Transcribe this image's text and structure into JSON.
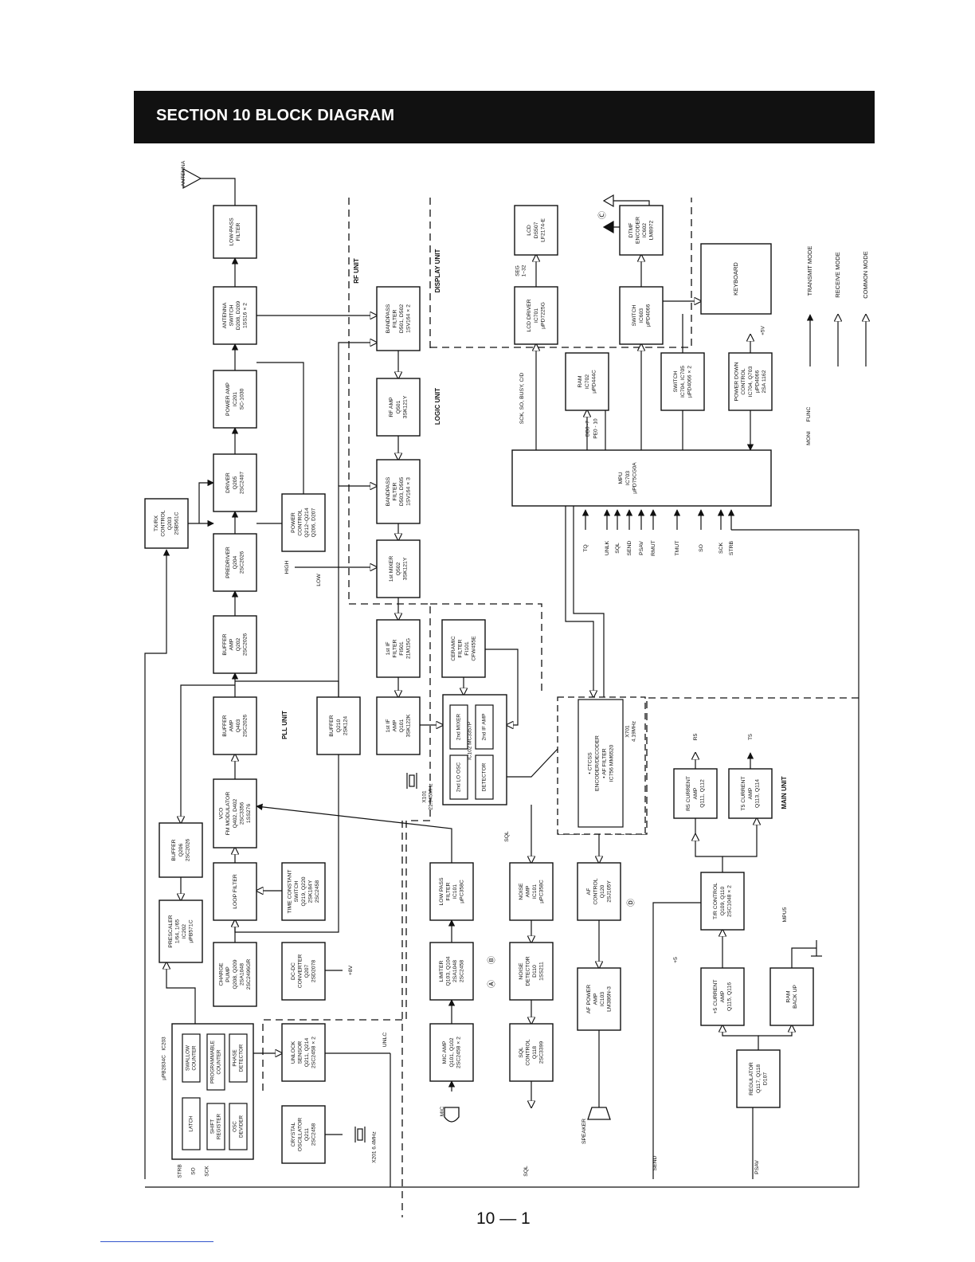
{
  "header": {
    "title": "SECTION 10  BLOCK DIAGRAM"
  },
  "footer": {
    "page_number": "10 — 1"
  },
  "units": [
    "RF UNIT",
    "DISPLAY UNIT",
    "LOGIC UNIT",
    "PLL UNIT",
    "MAIN UNIT"
  ],
  "legend": [
    "TRANSMIT MODE",
    "RECEIVE MODE",
    "COMMON MODE"
  ],
  "blocks": [
    {
      "id": "antenna",
      "lines": [
        "ANTENNA"
      ]
    },
    {
      "id": "lpf",
      "lines": [
        "LOW-PASS",
        "FILTER"
      ]
    },
    {
      "id": "antsw",
      "lines": [
        "ANTENNA",
        "SWITCH",
        "D208, D209",
        "1SS16 × 2"
      ]
    },
    {
      "id": "pwramp",
      "lines": [
        "POWER AMP",
        "IC201",
        "SC-1030"
      ]
    },
    {
      "id": "driver",
      "lines": [
        "DRIVER",
        "Q205",
        "2SC2407"
      ]
    },
    {
      "id": "predriver",
      "lines": [
        "PREDRIVER",
        "Q204",
        "2SC2026"
      ]
    },
    {
      "id": "buffamp1",
      "lines": [
        "BUFFER",
        "AMP",
        "Q202",
        "2SC2026"
      ]
    },
    {
      "id": "buffamp2",
      "lines": [
        "BUFFER",
        "AMP",
        "Q403",
        "2SC2026"
      ]
    },
    {
      "id": "vco",
      "lines": [
        "VCO",
        "FM MODULATOR",
        "Q402, D402",
        "2SC3356",
        "1SS276"
      ]
    },
    {
      "id": "loopfilter",
      "lines": [
        "LOOP FILTER"
      ]
    },
    {
      "id": "chargepump",
      "lines": [
        "CHARGE",
        "PUMP",
        "Q208, Q209",
        "2SA1048",
        "2SC2496GR"
      ]
    },
    {
      "id": "txrx",
      "lines": [
        "TX/RX",
        "CONTROL",
        "Q203",
        "2SB561C"
      ]
    },
    {
      "id": "pwrctl",
      "lines": [
        "POWER",
        "CONTROL",
        "Q212~Q214",
        "Q206, D207"
      ]
    },
    {
      "id": "buffer3",
      "lines": [
        "BUFFER",
        "Q206",
        "2SC2026"
      ]
    },
    {
      "id": "prescaler",
      "lines": [
        "PRESCALER",
        "1/64, 1/65",
        "IC202",
        "µPB571C"
      ]
    },
    {
      "id": "ic203",
      "lines": [
        "IC203",
        "µPB2834C"
      ]
    },
    {
      "id": "swallow",
      "lines": [
        "SWALLOW",
        "COUNTER"
      ]
    },
    {
      "id": "progcnt",
      "lines": [
        "PROGRAMMABLE",
        "COUNTER"
      ]
    },
    {
      "id": "phasedet",
      "lines": [
        "PHASE",
        "DETECTOR"
      ]
    },
    {
      "id": "latch",
      "lines": [
        "LATCH"
      ]
    },
    {
      "id": "shiftreg",
      "lines": [
        "SHIFT",
        "REGISTER"
      ]
    },
    {
      "id": "oscdiv",
      "lines": [
        "OSC",
        "DEVIDER"
      ]
    },
    {
      "id": "timeconst",
      "lines": [
        "TIME CONSTANT",
        "SWITCH",
        "Q219, Q220",
        "2SK184Y",
        "2SC2458"
      ]
    },
    {
      "id": "dcdc",
      "lines": [
        "DC-DC",
        "CONVERTER",
        "Q207",
        "2SD2078"
      ]
    },
    {
      "id": "unlock",
      "lines": [
        "UNLOCK",
        "SENSOR",
        "Q211, Q214",
        "2SC2458 × 2"
      ]
    },
    {
      "id": "crystalosc",
      "lines": [
        "CRYSTAL",
        "OSCILLATOR",
        "Q211",
        "2SC2458"
      ]
    },
    {
      "id": "buffer4",
      "lines": [
        "BUFFER",
        "Q210",
        "2SK124"
      ]
    },
    {
      "id": "bpf1",
      "lines": [
        "BANDPASS",
        "FILTER",
        "D501, D502",
        "1SV164 × 2"
      ]
    },
    {
      "id": "rfamp",
      "lines": [
        "RF AMP",
        "Q501",
        "3SK121Y"
      ]
    },
    {
      "id": "bpf2",
      "lines": [
        "BANDPASS",
        "FILTER",
        "D503, D505",
        "1SV164 × 3"
      ]
    },
    {
      "id": "mixer1",
      "lines": [
        "1st MIXER",
        "Q502",
        "3SK121Y"
      ]
    },
    {
      "id": "if1filter",
      "lines": [
        "1st IF",
        "FILTER",
        "FI501",
        "21M15G"
      ]
    },
    {
      "id": "if1amp",
      "lines": [
        "1st IF",
        "AMP",
        "Q101",
        "3SK122K"
      ]
    },
    {
      "id": "ceramic",
      "lines": [
        "CERAMIC",
        "FILTER",
        "FI101",
        "CFW455E"
      ]
    },
    {
      "id": "ic102",
      "lines": [
        "IC102 MC3357P"
      ]
    },
    {
      "id": "mixer2",
      "lines": [
        "2nd MIXER"
      ]
    },
    {
      "id": "ifamp2",
      "lines": [
        "2nd IF AMP"
      ]
    },
    {
      "id": "lo2",
      "lines": [
        "2nd LO OSC"
      ]
    },
    {
      "id": "detector",
      "lines": [
        "DETECTOR"
      ]
    },
    {
      "id": "lpf2",
      "lines": [
        "LOW PASS",
        "FILTER",
        "IC101",
        "µPC358C"
      ]
    },
    {
      "id": "limiter",
      "lines": [
        "LIMITER",
        "Q103, Q104",
        "2SA1048",
        "2SC2458"
      ]
    },
    {
      "id": "micamp",
      "lines": [
        "MIC AMP",
        "Q101, Q102",
        "2SC2458 × 2"
      ]
    },
    {
      "id": "noiseamp",
      "lines": [
        "NOISE",
        "AMP",
        "IC101",
        "µPC358C"
      ]
    },
    {
      "id": "noisedet",
      "lines": [
        "NOISE",
        "DETECTOR",
        "D110",
        "1SS211"
      ]
    },
    {
      "id": "sqlctl",
      "lines": [
        "SQL",
        "CONTROL",
        "Q118",
        "2SC3399"
      ]
    },
    {
      "id": "ctcss",
      "lines": [
        "• CTCSS",
        "ENCODER/DECODER",
        "• AF FILTER",
        "IC756 MM6520"
      ]
    },
    {
      "id": "afctl",
      "lines": [
        "AF",
        "CONTROL",
        "Q120",
        "2SJ105Y"
      ]
    },
    {
      "id": "afpwr",
      "lines": [
        "AF POWER",
        "AMP",
        "IC103",
        "LM386N-3"
      ]
    },
    {
      "id": "lcd",
      "lines": [
        "LCD",
        "DS507",
        "LF2174-E"
      ]
    },
    {
      "id": "lcddrv",
      "lines": [
        "LCD DRIVER",
        "IC701",
        "µPD7225G"
      ]
    },
    {
      "id": "dtmf",
      "lines": [
        "DTMF",
        "ENCODER",
        "IC602",
        "LM8972"
      ]
    },
    {
      "id": "switch1",
      "lines": [
        "SWITCH",
        "IC603",
        "µPD4066"
      ]
    },
    {
      "id": "keyboard",
      "lines": [
        "KEYBOARD"
      ]
    },
    {
      "id": "ram",
      "lines": [
        "RAM",
        "IC702",
        "µPD444C"
      ]
    },
    {
      "id": "switch2",
      "lines": [
        "SWITCH",
        "IC704, IC705",
        "µPD4066 × 2"
      ]
    },
    {
      "id": "pwrdown",
      "lines": [
        "POWER DOWN",
        "CONTROL",
        "IC704, Q703",
        "µPD4066",
        "2SA 1162"
      ]
    },
    {
      "id": "mpu",
      "lines": [
        "MPU",
        "IC703",
        "µPD75CG0A"
      ]
    },
    {
      "id": "r5amp",
      "lines": [
        "R5 CURRENT",
        "AMP",
        "Q111, Q112"
      ]
    },
    {
      "id": "t5amp",
      "lines": [
        "T5 CURRENT",
        "AMP",
        "Q113, Q114"
      ]
    },
    {
      "id": "trctl",
      "lines": [
        "T/R CONTROL",
        "Q109, Q110",
        "2SC1048 × 2"
      ]
    },
    {
      "id": "p5amp",
      "lines": [
        "+5 CURRENT",
        "AMP",
        "Q115, Q116"
      ]
    },
    {
      "id": "ramback",
      "lines": [
        "RAM",
        "BACK UP"
      ]
    },
    {
      "id": "regulator",
      "lines": [
        "REGULATOR",
        "Q117, Q118",
        "D107"
      ]
    }
  ],
  "labels": {
    "mpu_pins": [
      "TQ",
      "UNLK",
      "SQL",
      "SEND",
      "PSAV",
      "RMUT",
      "TMUT",
      "SO",
      "SCK",
      "STRB"
    ],
    "mpu_bus": [
      "DB0~7",
      "PE0 - 10"
    ],
    "display_bus": "SCK, SO, BUSY, C/D",
    "seg": [
      "SEG",
      "1~32"
    ],
    "high_low": [
      "HIGH",
      "LOW"
    ],
    "func": "FUNC",
    "moni": "MONI",
    "plus5v": "+5V",
    "plus5": "+5",
    "plus8v": "+8V",
    "r5": "R5",
    "t5": "T5",
    "mpu5": "MPU5",
    "sql": "SQL",
    "send": "SEND",
    "psav": "PSAV",
    "unlc": "UNLC",
    "mic": "MIC",
    "speaker": "SPEAKER",
    "x101": [
      "X101",
      "21.945MHz"
    ],
    "x201": "X201 6.4MHz",
    "x701": [
      "X701",
      "4.19MHz"
    ],
    "pll_pins": [
      "STRB",
      "SO",
      "SCK"
    ],
    "circ": [
      "Ⓐ",
      "Ⓑ",
      "Ⓒ",
      "Ⓓ"
    ]
  }
}
